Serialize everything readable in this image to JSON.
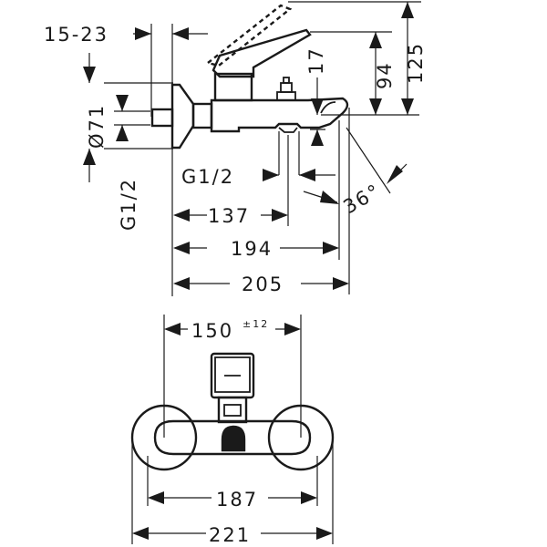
{
  "side_view": {
    "dim_wall_offset": "15-23",
    "dim_diameter": "Ø71",
    "dim_inlet_thread": "G1/2",
    "dim_outlet_thread": "G1/2",
    "dim_lever_travel": "17",
    "dim_height_94": "94",
    "dim_height_125": "125",
    "dim_outlet_137": "137",
    "dim_spout_194": "194",
    "dim_total_205": "205",
    "dim_angle": "36°"
  },
  "front_view": {
    "dim_centers_value": "150",
    "dim_centers_tolerance": "±12",
    "dim_width_187": "187",
    "dim_width_221": "221"
  }
}
